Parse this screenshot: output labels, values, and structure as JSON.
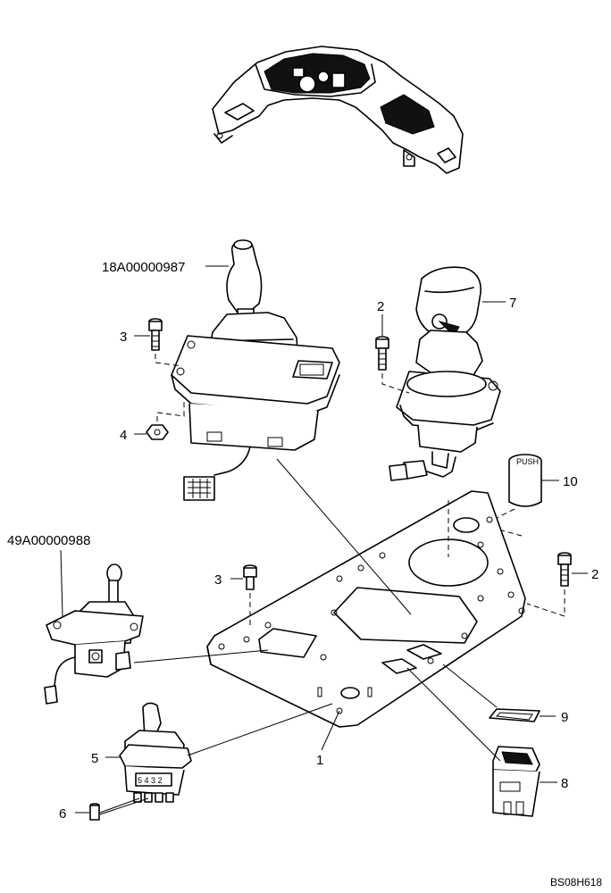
{
  "callouts": {
    "part_18A": "18A00000987",
    "part_49A": "49A00000988",
    "plate": "1",
    "screw_upper_right": "2",
    "screw_right": "2",
    "screw_upper_left": "3",
    "screw_center": "3",
    "nut": "4",
    "switch": "5",
    "pins": "6",
    "joystick": "7",
    "rocker_switch": "8",
    "rocker_frame": "9",
    "cap": "10"
  },
  "switch_pin_numbers": "5 4 3 2",
  "drawing_code": "BS08H618"
}
